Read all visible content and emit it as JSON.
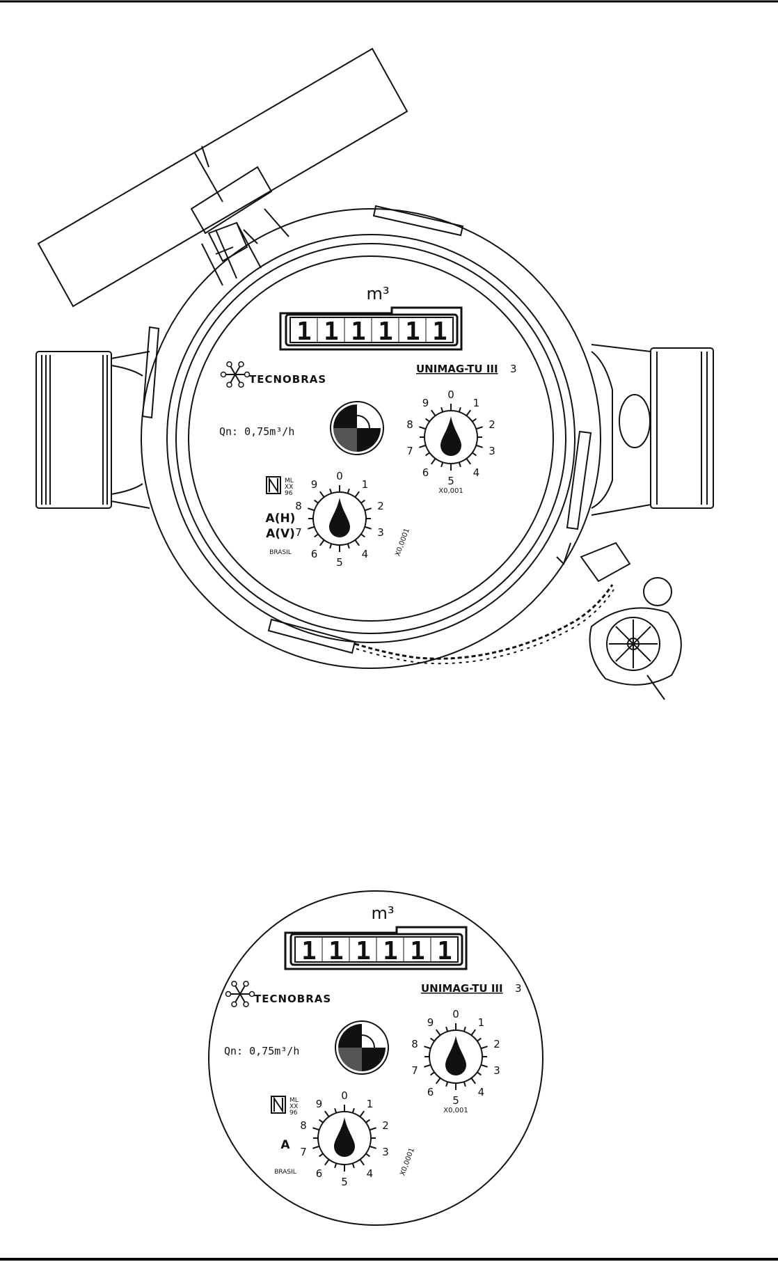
{
  "meters": [
    {
      "unit": "m³",
      "counter": [
        "1",
        "1",
        "1",
        "1",
        "1",
        "1"
      ],
      "brand": "TECNOBRAS",
      "model": "UNIMAG-TU III",
      "model_suffix": "3",
      "flow": "Qn:  0,75m³/h",
      "cert_codes": [
        "ML",
        "XX",
        "96"
      ],
      "class_lines": [
        "A(H)",
        "A(V)"
      ],
      "country": "BRASIL",
      "dial_upper": {
        "labels": [
          "0",
          "1",
          "2",
          "3",
          "4",
          "5",
          "6",
          "7",
          "8",
          "9"
        ],
        "multiplier": "X0,001"
      },
      "dial_lower": {
        "labels": [
          "0",
          "1",
          "2",
          "3",
          "4",
          "5",
          "6",
          "7",
          "8",
          "9"
        ],
        "multiplier": "X0,0001"
      }
    },
    {
      "unit": "m³",
      "counter": [
        "1",
        "1",
        "1",
        "1",
        "1",
        "1"
      ],
      "brand": "TECNOBRAS",
      "model": "UNIMAG-TU III",
      "model_suffix": "3",
      "flow": "Qn:  0,75m³/h",
      "cert_codes": [
        "ML",
        "XX",
        "96"
      ],
      "class_lines": [
        "A"
      ],
      "country": "BRASIL",
      "dial_upper": {
        "labels": [
          "0",
          "1",
          "2",
          "3",
          "4",
          "5",
          "6",
          "7",
          "8",
          "9"
        ],
        "multiplier": "X0,001"
      },
      "dial_lower": {
        "labels": [
          "0",
          "1",
          "2",
          "3",
          "4",
          "5",
          "6",
          "7",
          "8",
          "9"
        ],
        "multiplier": "X0,0001"
      }
    }
  ],
  "icons": [
    "tecnobras-logo-icon",
    "inmetro-mark-icon",
    "star-wheel-icon",
    "seal-icon"
  ],
  "colors": {
    "ink": "#111111",
    "paper": "#ffffff"
  }
}
